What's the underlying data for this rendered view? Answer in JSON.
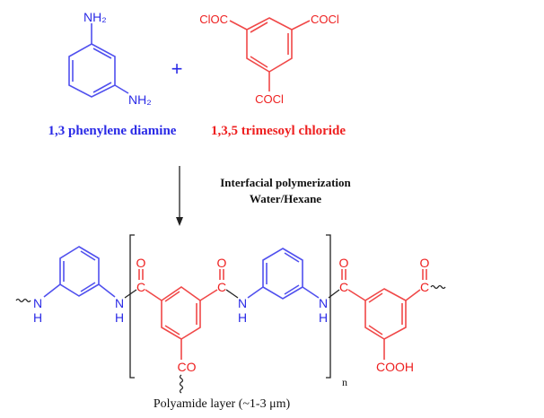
{
  "colors": {
    "diamine": "#2a2ae6",
    "chloride": "#ee2020",
    "text": "#111111"
  },
  "reactants": {
    "diamine": {
      "group_top": "NH₂",
      "group_bottom": "NH₂",
      "name": "1,3 phenylene diamine"
    },
    "plus": "+",
    "chloride": {
      "group_left": "ClOC",
      "group_right": "COCl",
      "group_bottom": "COCl",
      "name": "1,3,5 trimesoyl chloride"
    }
  },
  "reaction": {
    "condition_1": "Interfacial polymerization",
    "condition_2": "Water/Hexane"
  },
  "product": {
    "n_left": "N",
    "h_left": "H",
    "n_2": "N",
    "h_2": "H",
    "c_1": "C",
    "o_1": "O",
    "c_2": "C",
    "o_2": "O",
    "n_3": "N",
    "h_3": "H",
    "n_4": "N",
    "h_4": "H",
    "c_3": "C",
    "o_3": "O",
    "c_4": "C",
    "o_4": "O",
    "co_bottom": "CO",
    "cooh": "COOH",
    "repeat": "n",
    "caption": "Polyamide layer (~1-3 μm)"
  }
}
